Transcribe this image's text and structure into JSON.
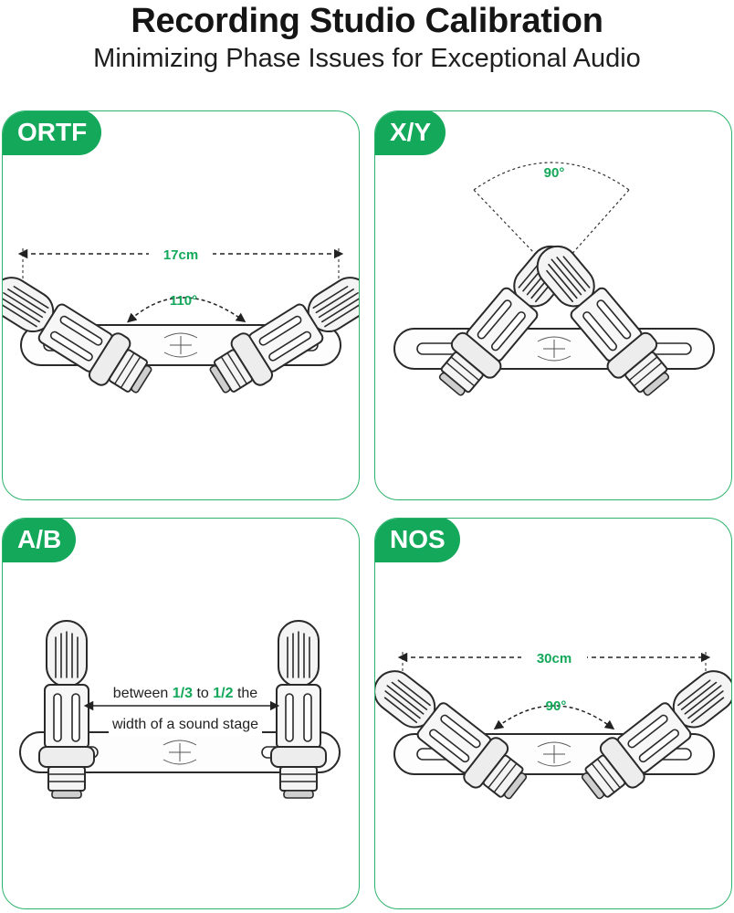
{
  "header": {
    "title": "Recording Studio Calibration",
    "subtitle": "Minimizing Phase Issues for Exceptional Audio"
  },
  "colors": {
    "accent": "#13a85a",
    "border": "#2db36b",
    "line": "#333333"
  },
  "panels": {
    "ortf": {
      "label": "ORTF",
      "distance": "17cm",
      "angle": "110°"
    },
    "xy": {
      "label": "X/Y",
      "angle": "90°"
    },
    "ab": {
      "label": "A/B",
      "note_part1": "between",
      "note_fraction1": "1/3",
      "note_part2": "to",
      "note_fraction2": "1/2",
      "note_part3": "the",
      "note_line2": "width of a sound stage"
    },
    "nos": {
      "label": "NOS",
      "distance": "30cm",
      "angle": "90°"
    }
  }
}
